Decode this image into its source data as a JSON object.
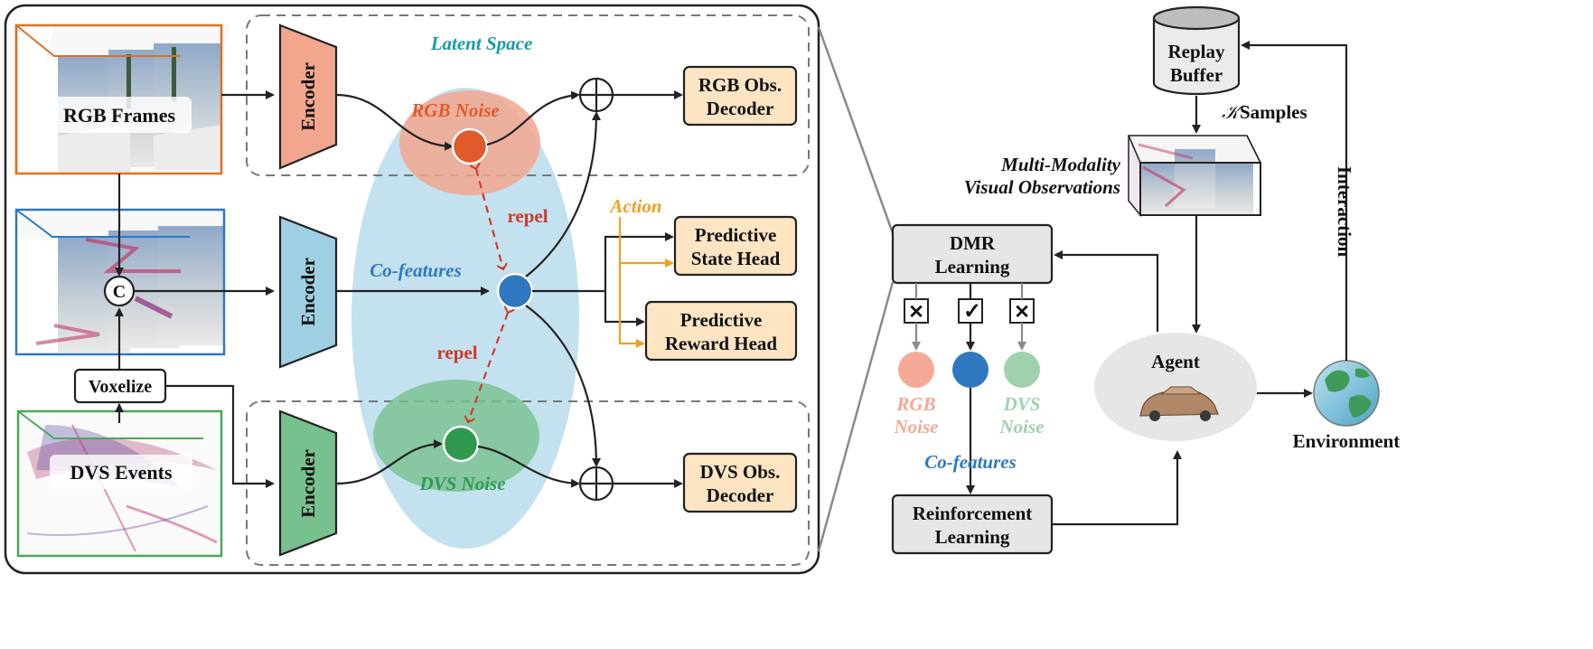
{
  "labels": {
    "latent_space": "Latent Space",
    "rgb_frames": "RGB Frames",
    "dvs_events": "DVS Events",
    "voxelize": "Voxelize",
    "concat_symbol": "C",
    "encoder": "Encoder",
    "rgb_noise": "RGB Noise",
    "dvs_noise": "DVS Noise",
    "co_features": "Co-features",
    "repel": "repel",
    "action": "Action",
    "rgb_decoder_l1": "RGB Obs.",
    "rgb_decoder_l2": "Decoder",
    "dvs_decoder_l1": "DVS Obs.",
    "dvs_decoder_l2": "Decoder",
    "state_head_l1": "Predictive",
    "state_head_l2": "State Head",
    "reward_head_l1": "Predictive",
    "reward_head_l2": "Reward Head",
    "replay_l1": "Replay",
    "replay_l2": "Buffer",
    "k_symbol": "𝒦",
    "samples": "Samples",
    "mm_l1": "Multi-Modality",
    "mm_l2": "Visual Observations",
    "interaction": "Interaction",
    "dmr_l1": "DMR",
    "dmr_l2": "Learning",
    "cross_mark": "✕",
    "check_mark": "✓",
    "rgb_noise_l1": "RGB",
    "rgb_noise_l2": "Noise",
    "dvs_noise_l1": "DVS",
    "dvs_noise_l2": "Noise",
    "rl_l1": "Reinforcement",
    "rl_l2": "Learning",
    "agent": "Agent",
    "environment": "Environment"
  },
  "colors": {
    "rgb_orange": "#e07020",
    "dvs_green": "#4aa85a",
    "fused_blue": "#2f78bf",
    "latent_blue": "#b9dcec",
    "rgb_noise_red": "#e05a2a",
    "dvs_noise_green": "#2e9a4e",
    "repel_red": "#d03a2a",
    "action_orange": "#f0a020",
    "decoder_fill": "#fde4c2",
    "encoder_rgb": "#f2a68e",
    "encoder_fused": "#9fcfe3",
    "encoder_dvs": "#78c08e"
  }
}
